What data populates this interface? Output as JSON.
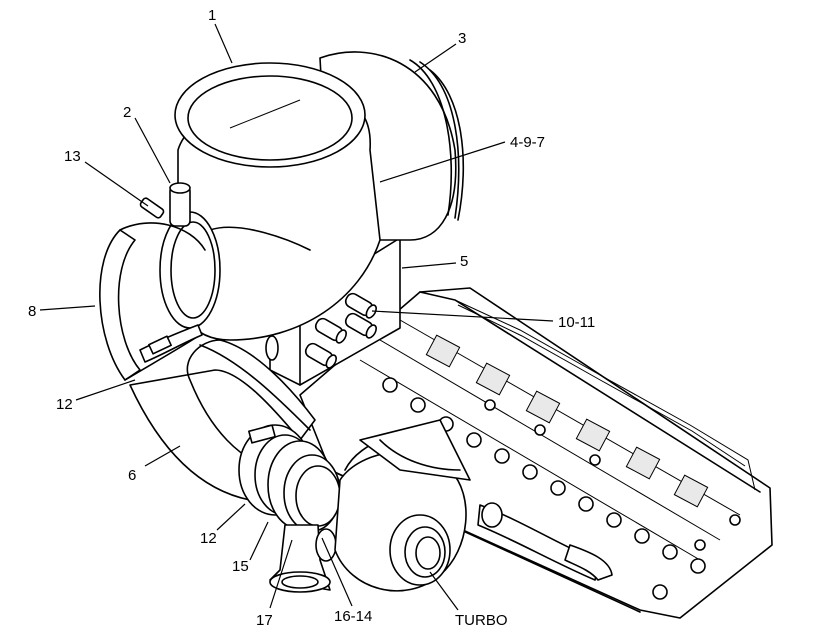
{
  "diagram": {
    "callouts": {
      "c1": "1",
      "c2": "2",
      "c3": "3",
      "c4_9_7": "4-9-7",
      "c5": "5",
      "c6": "6",
      "c8": "8",
      "c10_11": "10-11",
      "c12_upper": "12",
      "c12_lower": "12",
      "c13": "13",
      "c15": "15",
      "c16_14": "16-14",
      "c17": "17",
      "turbo": "TURBO"
    }
  }
}
